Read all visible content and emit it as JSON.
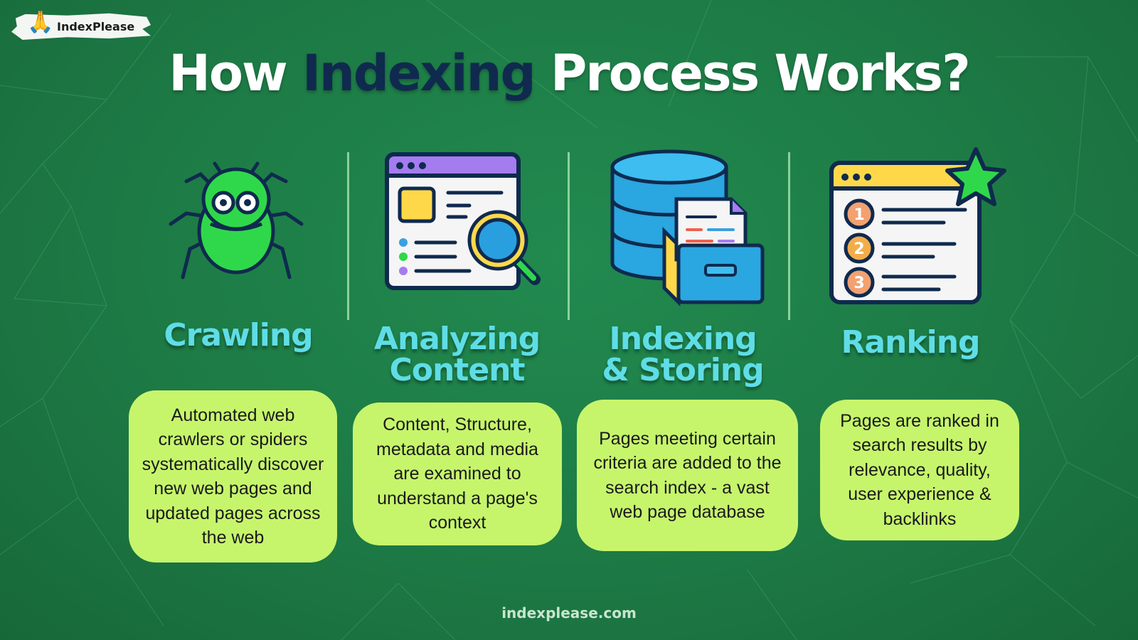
{
  "logo": {
    "text": "IndexPlease"
  },
  "title": {
    "part1": "How ",
    "highlight": "Indexing",
    "part2": " Process Works?"
  },
  "steps": [
    {
      "icon": "spider-icon",
      "heading": "Crawling",
      "description": "Automated web crawlers or spiders systematically discover new web pages and updated pages across the web"
    },
    {
      "icon": "magnifier-webpage-icon",
      "heading": "Analyzing Content",
      "description": "Content, Structure, metadata and media are examined to understand a page's context"
    },
    {
      "icon": "database-file-icon",
      "heading": "Indexing & Storing",
      "description": "Pages meeting certain criteria are added to the search index - a vast web page database"
    },
    {
      "icon": "ranked-list-icon",
      "heading": "Ranking",
      "description": "Pages are ranked in search results by relevance, quality, user experience & backlinks",
      "ranks": [
        "1",
        "2",
        "3"
      ]
    }
  ],
  "footer": {
    "url": "indexplease.com"
  },
  "colors": {
    "background": "#1d7a45",
    "heading": "#5fdde6",
    "card": "#c6f56c",
    "highlight": "#0f2a4e"
  }
}
